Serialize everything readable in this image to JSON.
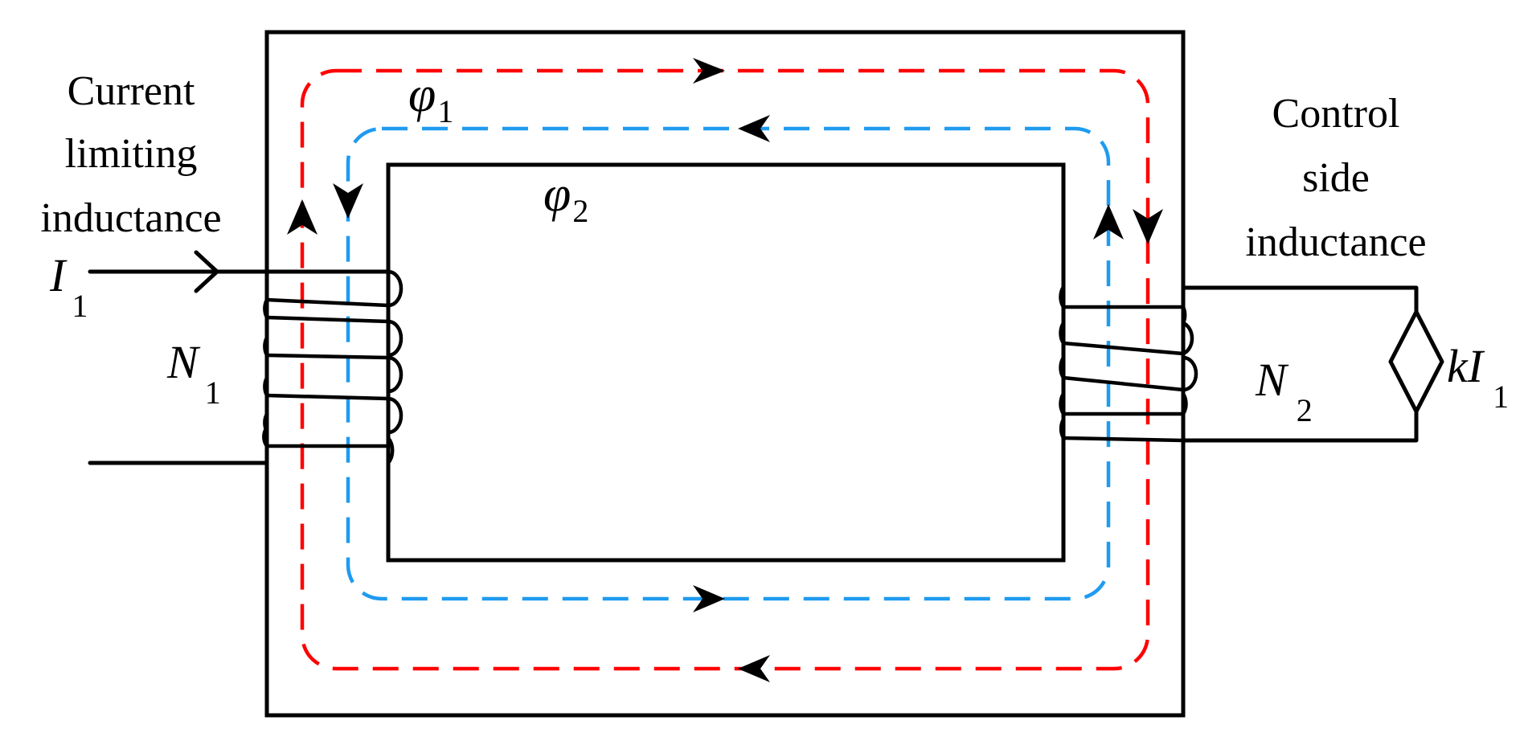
{
  "labels": {
    "left_winding_title": [
      "Current",
      "limiting",
      "inductance"
    ],
    "right_winding_title": [
      "Control",
      "side",
      "inductance"
    ],
    "current_symbol": "I",
    "current_subscript": "1",
    "left_turns_symbol": "N",
    "left_turns_subscript": "1",
    "right_turns_symbol": "N",
    "right_turns_subscript": "2",
    "source_symbol": "kI",
    "source_subscript": "1",
    "flux1_symbol": "φ",
    "flux1_subscript": "1",
    "flux2_symbol": "φ",
    "flux2_subscript": "2"
  },
  "colors": {
    "flux1": "#ff0000",
    "flux2": "#1f9bf0",
    "core": "#000000",
    "background": "#ffffff"
  }
}
